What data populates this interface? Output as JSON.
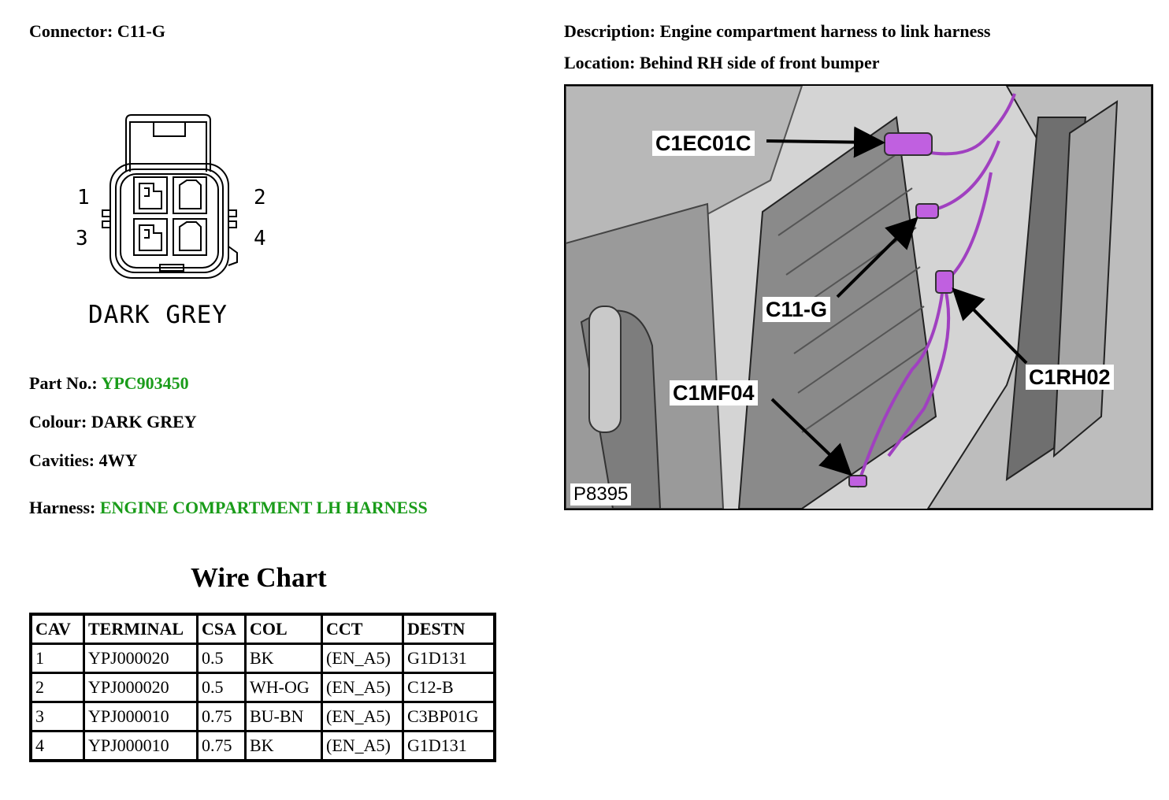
{
  "connector": {
    "label": "Connector:",
    "value": "C11-G"
  },
  "description": {
    "label": "Description:",
    "value": "Engine compartment harness to link harness"
  },
  "location": {
    "label": "Location:",
    "value": "Behind RH side of front bumper"
  },
  "connector_face": {
    "pins": [
      "1",
      "2",
      "3",
      "4"
    ],
    "caption": "DARK GREY"
  },
  "part_no": {
    "label": "Part No.:",
    "value": "YPC903450"
  },
  "colour": {
    "label": "Colour:",
    "value": "DARK GREY"
  },
  "cavities": {
    "label": "Cavities:",
    "value": "4WY"
  },
  "harness": {
    "label": "Harness:",
    "value": "ENGINE COMPARTMENT LH HARNESS"
  },
  "wire_chart": {
    "title": "Wire Chart",
    "headers": [
      "CAV",
      "TERMINAL",
      "CSA",
      "COL",
      "CCT",
      "DESTN"
    ],
    "rows": [
      [
        "1",
        "YPJ000020",
        "0.5",
        "BK",
        "(EN_A5)",
        "G1D131"
      ],
      [
        "2",
        "YPJ000020",
        "0.5",
        "WH-OG",
        "(EN_A5)",
        "C12-B"
      ],
      [
        "3",
        "YPJ000010",
        "0.75",
        "BU-BN",
        "(EN_A5)",
        "C3BP01G"
      ],
      [
        "4",
        "YPJ000010",
        "0.75",
        "BK",
        "(EN_A5)",
        "G1D131"
      ]
    ]
  },
  "photo": {
    "callouts": [
      "C1EC01C",
      "C11-G",
      "C1RH02",
      "C1MF04"
    ],
    "id": "P8395",
    "harness_color": "#a040c0"
  },
  "colors": {
    "link_green": "#1a9c1a"
  }
}
